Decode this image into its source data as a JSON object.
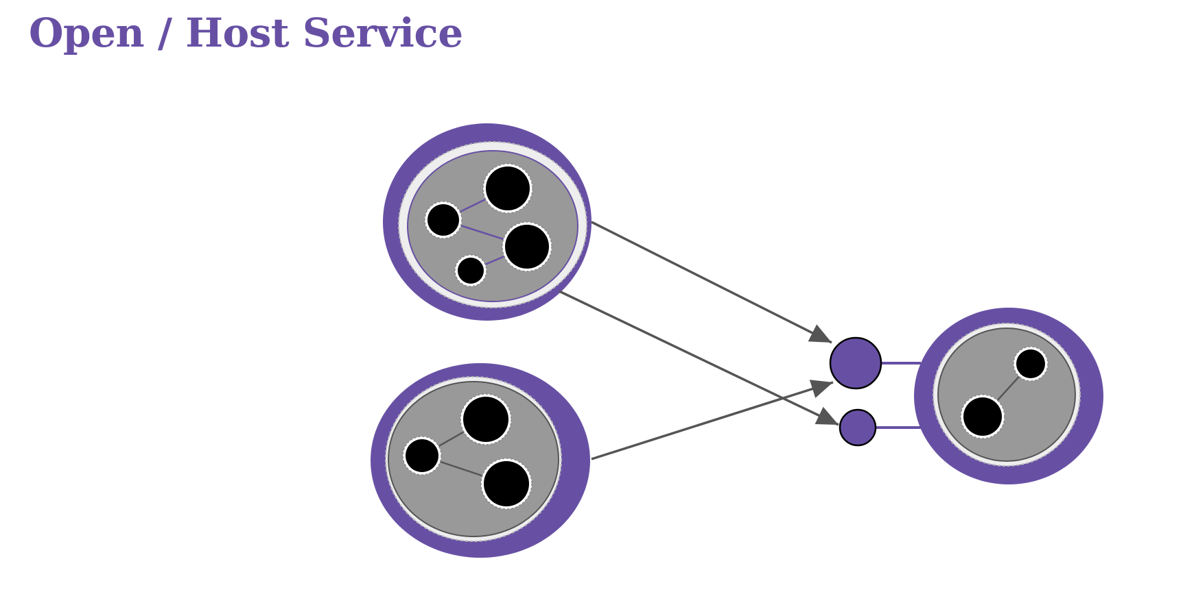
{
  "slide": {
    "title": "Open / Host Service"
  },
  "colors": {
    "title": "#6750a4",
    "context_ring": "#6750a4",
    "context_fill": "#999999",
    "aggregate": "#000000",
    "connector": "#555555",
    "port": "#6750a4"
  },
  "diagram": {
    "bounded_contexts": [
      {
        "name": "consumer-context-top",
        "aggregates": 4,
        "link_color": "#6750a4"
      },
      {
        "name": "consumer-context-bottom",
        "aggregates": 3,
        "link_color": "#555555"
      },
      {
        "name": "host-context",
        "aggregates": 2,
        "link_color": "#555555"
      }
    ],
    "service_ports": [
      {
        "name": "host-service-port-large"
      },
      {
        "name": "host-service-port-small"
      }
    ],
    "connections": [
      {
        "from": "consumer-context-top",
        "to": "host-service-port-large",
        "arrow": true
      },
      {
        "from": "consumer-context-top",
        "to": "host-service-port-small",
        "arrow": true
      },
      {
        "from": "consumer-context-bottom",
        "to": "host-service-port-large",
        "arrow": true
      },
      {
        "from": "host-service-port-large",
        "to": "host-context",
        "arrow": false
      },
      {
        "from": "host-service-port-small",
        "to": "host-context",
        "arrow": false
      }
    ]
  }
}
